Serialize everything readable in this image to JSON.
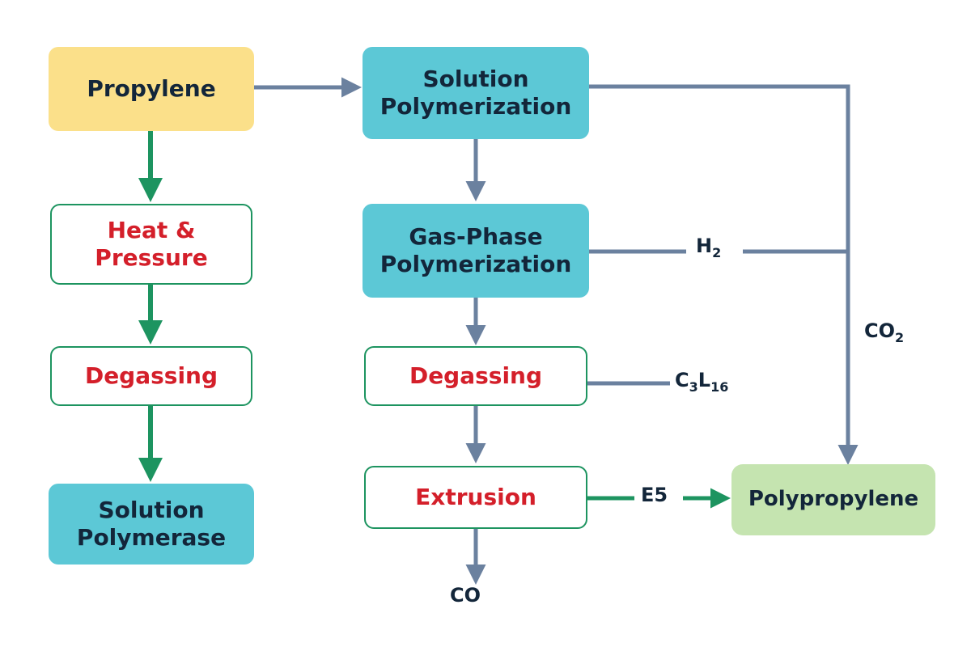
{
  "nodes": {
    "propylene": "Propylene",
    "heat_pressure_1": "Heat &",
    "heat_pressure_2": "Pressure",
    "degassing_left": "Degassing",
    "solution_polymerase_1": "Solution",
    "solution_polymerase_2": "Polymerase",
    "solution_polymerization_1": "Solution",
    "solution_polymerization_2": "Polymerization",
    "gas_phase_1": "Gas-Phase",
    "gas_phase_2": "Polymerization",
    "degassing_mid": "Degassing",
    "extrusion": "Extrusion",
    "polypropylene": "Polypropylene"
  },
  "labels": {
    "h2_main": "H",
    "h2_sub": "2",
    "co2_main": "CO",
    "co2_sub": "2",
    "c3l16_a": "C",
    "c3l16_b": "3",
    "c3l16_c": "L",
    "c3l16_d": "16",
    "e5": "E5",
    "co": "CO"
  },
  "colors": {
    "green_arrow": "#1d9460",
    "gray_arrow": "#6b819f",
    "teal": "#5cc8d6",
    "yellow": "#fbe08a",
    "light_green": "#c5e4b0",
    "red_text": "#d41f2a",
    "dark_text": "#13263a"
  }
}
